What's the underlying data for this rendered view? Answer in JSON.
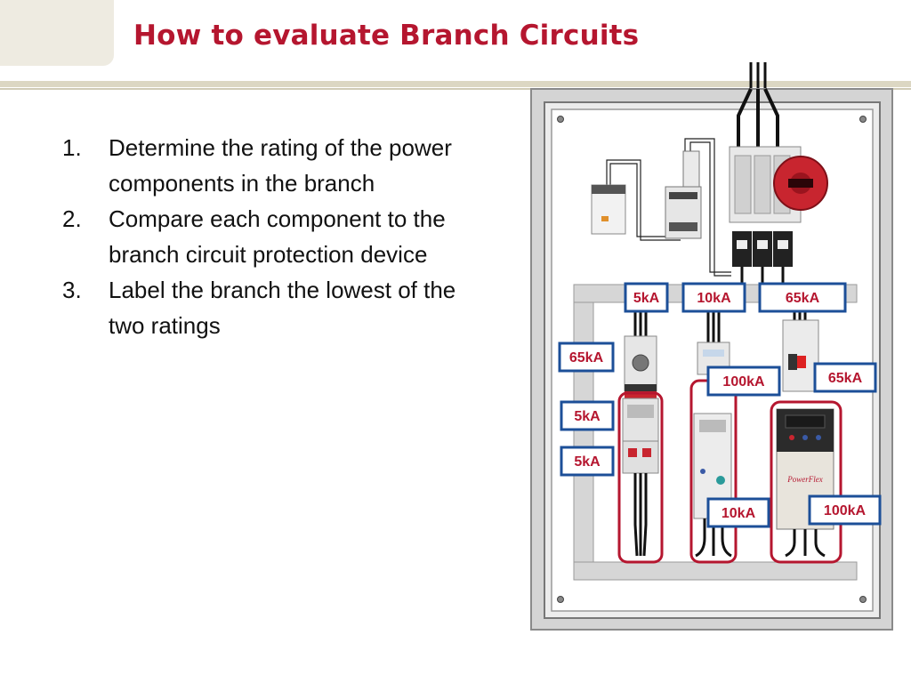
{
  "slide": {
    "title": "How to evaluate Branch Circuits",
    "steps": [
      {
        "number": "1.",
        "text": "Determine the rating of the power components in the branch"
      },
      {
        "number": "2.",
        "text": "Compare each component to the branch circuit protection device"
      },
      {
        "number": "3.",
        "text": "Label the branch the lowest of the two ratings"
      }
    ]
  },
  "diagram": {
    "labels": {
      "top_5kA": "5kA",
      "top_10kA": "10kA",
      "top_65kA": "65kA",
      "left_65kA": "65kA",
      "left_5kA_1": "5kA",
      "left_5kA_2": "5kA",
      "mid_100kA": "100kA",
      "right_65kA": "65kA",
      "mid_10kA": "10kA",
      "right_100kA": "100kA"
    },
    "drive_brand": "PowerFlex",
    "colors": {
      "accent_red": "#b5162f",
      "label_border_blue": "#1c4f98",
      "panel_gray": "#cfcfcf"
    }
  }
}
